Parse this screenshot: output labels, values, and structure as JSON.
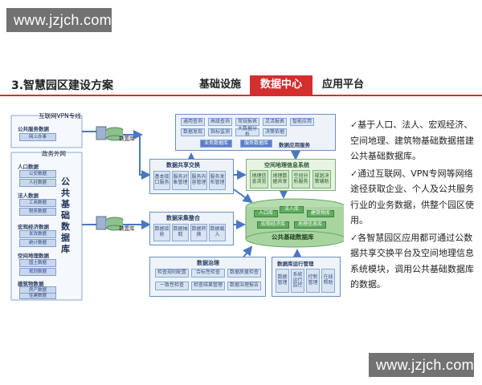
{
  "watermark": {
    "text": "www.jzjch.com"
  },
  "header": {
    "section_title": "3.智慧园区建设方案",
    "tabs": [
      "基础设施",
      "数据中心",
      "应用平台"
    ],
    "active_tab": "数据中心"
  },
  "diagram": {
    "left_panel": {
      "vpn_label": "互联网VPN专线",
      "public_service": {
        "title": "公共服务数据",
        "items": [
          "网上办事"
        ]
      },
      "front_db_1": "前置库",
      "gov_net_label": "政务外网",
      "databases": [
        {
          "title": "人口数据",
          "items": [
            "公安数据",
            "人社数据"
          ]
        },
        {
          "title": "法人数据",
          "items": [
            "工商数据",
            "税务数据"
          ]
        },
        {
          "title": "宏观经济数据",
          "items": [
            "发改数据",
            "统计数据"
          ]
        },
        {
          "title": "空间地理数据",
          "items": [
            "国土数据",
            "规划数据"
          ]
        },
        {
          "title": "建筑物数据",
          "items": [
            "房产数据",
            "住建数据"
          ]
        }
      ],
      "vertical_label": "公共基础数据库",
      "front_db_2": "前置库"
    },
    "app_services": {
      "title": "数据应用服务",
      "row1": [
        "通用查询",
        "高级查询",
        "常规报表",
        "灵活报表",
        "智能应用"
      ],
      "row2": [
        "数据发现",
        "指标监测",
        "大数据分析",
        "决策依据"
      ],
      "bottom": [
        "业务数据库",
        "服务数据库"
      ]
    },
    "share_exchange": {
      "title": "数据共享交换",
      "items": [
        "基本接口服务",
        "服务对象管理",
        "服务内容管理",
        "服务发布管理"
      ]
    },
    "gis": {
      "title": "空间地理信息系统",
      "items": [
        "地理信息浏览",
        "地理数据共享",
        "空间分析服务",
        "规划决策辅助"
      ]
    },
    "collect": {
      "title": "数据采集整合",
      "items": [
        "数据接收",
        "数据抽取",
        "数据转换",
        "数据载入"
      ]
    },
    "base_db": {
      "title": "公共基础数据库",
      "items": [
        "人口库",
        "法人库",
        "建筑物库",
        "宏观经济库",
        "地理信息库"
      ]
    },
    "governance": {
      "title": "数据治理",
      "row1": [
        "检查规则配置",
        "合标性检查",
        "数据质量检查"
      ],
      "row2": [
        "一致性检查",
        "检查结果管理",
        "数据治理报告"
      ]
    },
    "ops": {
      "title": "数据库运行管理",
      "items": [
        "数据管理",
        "系统运行监控",
        "控制管理",
        "在线帮助"
      ]
    }
  },
  "bullets": [
    "基于人口、法人、宏观经济、空间地理、建筑物基础数据搭建公共基础数据库。",
    "通过互联网、VPN专网等网络途径获取企业、个人及公共服务行业的业务数据，供整个园区使用。",
    "各智慧园区应用都可通过公数据共享交换平台及空间地理信息系统模块，调用公共基础数据库的数据。"
  ],
  "bullet_mark": "✓",
  "colors": {
    "accent": "#d32f2f",
    "diagram_blue": "#6a8fc2",
    "diagram_green": "#8cc08c"
  }
}
